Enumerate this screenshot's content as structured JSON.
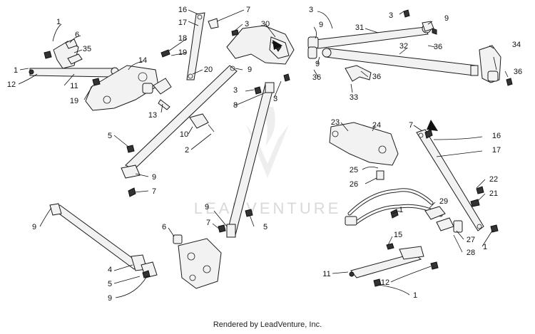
{
  "watermark": "LEADVENTURE",
  "footer": "Rendered by LeadVenture, Inc.",
  "callouts": [
    "1",
    "6",
    "35",
    "1",
    "12",
    "11",
    "19",
    "14",
    "13",
    "16",
    "7",
    "17",
    "3",
    "18",
    "19",
    "20",
    "30",
    "9",
    "3",
    "9",
    "31",
    "3",
    "9",
    "36",
    "32",
    "36",
    "9",
    "3",
    "11",
    "36",
    "33",
    "34",
    "36",
    "3",
    "8",
    "10",
    "2",
    "5",
    "9",
    "7",
    "23",
    "24",
    "25",
    "26",
    "7",
    "16",
    "17",
    "22",
    "21",
    "29",
    "1",
    "27",
    "28",
    "1",
    "9",
    "7",
    "5",
    "9",
    "6",
    "4",
    "5",
    "9",
    "15",
    "11",
    "12",
    "1"
  ]
}
